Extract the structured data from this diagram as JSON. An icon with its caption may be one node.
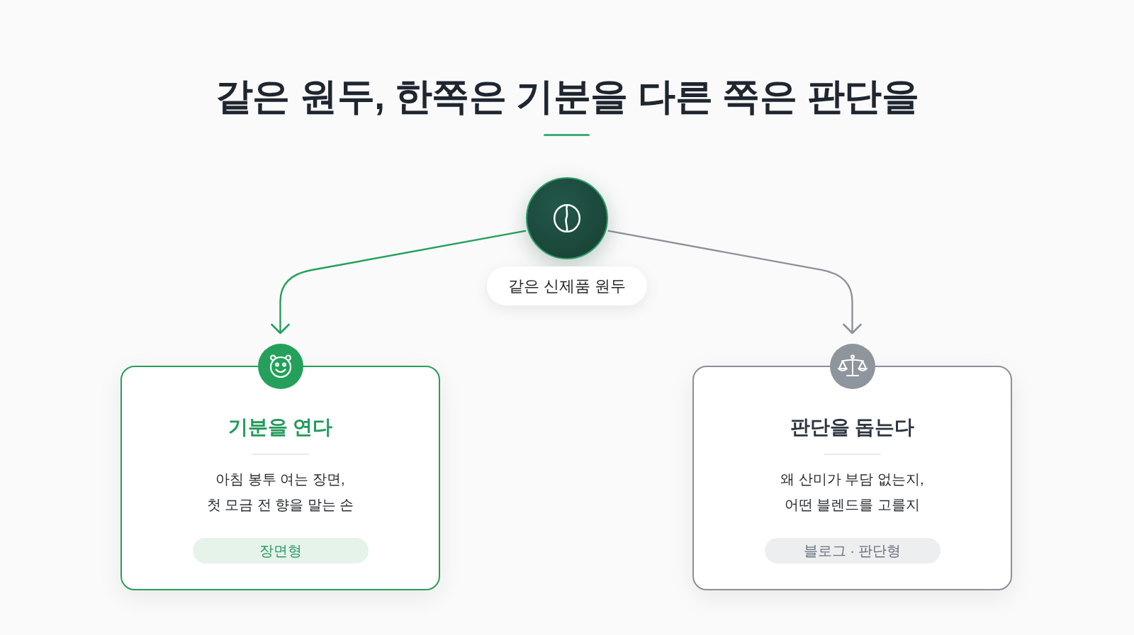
{
  "diagram": {
    "title": "같은 원두, 한쪽은 기분을 다른 쪽은 판단을",
    "nodes": [
      {
        "text": [],
        "shape": "circle",
        "beside": [
          "같은 신제품 원두"
        ]
      },
      {
        "text": [
          "기분을 연다",
          "아침 봉투 여는 장면, 첫 모금 전 향을 말는 손",
          "장면형"
        ]
      },
      {
        "text": [
          "판단을 돕는다",
          "왜 산미가 부담 없는지, 어떤 블렌드를 고를지",
          "블로그 · 판단형"
        ]
      }
    ],
    "edges": [
      {
        "from": 0,
        "to": 1,
        "arrow": "to",
        "color": "#23a05a"
      },
      {
        "from": 0,
        "to": 2,
        "arrow": "to",
        "color": "#8c929b"
      }
    ]
  }
}
